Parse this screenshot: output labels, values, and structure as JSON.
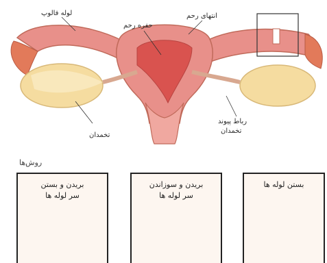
{
  "anatomy": {
    "fallopian_tube": "لوله فالوپ",
    "uterine_cavity": "حفره رحم",
    "uterine_fundus": "انتهای رحم",
    "ovary_left": "تخمدان",
    "ovarian_ligament": [
      "رباط پیوند",
      "تخمدان"
    ]
  },
  "methods": {
    "title": "روش‌ها",
    "panels": [
      {
        "caption": [
          "بریدن و بستن",
          "سر لوله ها"
        ]
      },
      {
        "caption": [
          "بریدن و سوزاندن",
          "سر لوله ها"
        ]
      },
      {
        "caption": [
          "بستن لوله ها"
        ]
      }
    ]
  },
  "colors": {
    "tissue": "#e8908a",
    "tissue_dark": "#c85a4c",
    "cavity": "#d9534f",
    "ovary": "#f5dca0",
    "fimbria": "#e27a5a",
    "tube": "#e8a06e"
  }
}
